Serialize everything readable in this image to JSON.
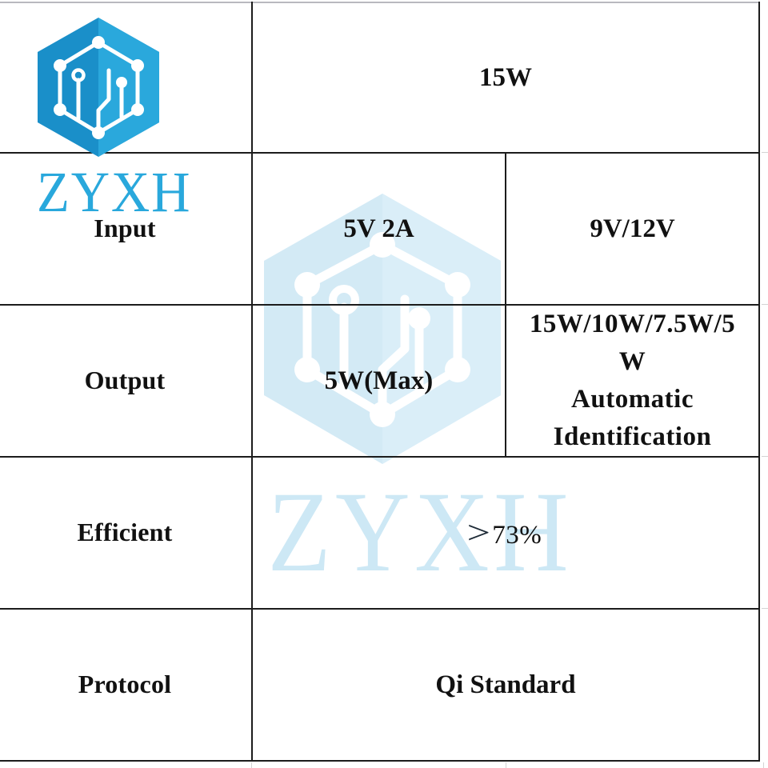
{
  "brand": {
    "logo_text": "ZYXH",
    "logo_icon": "hexagon-circuit-icon",
    "watermark_text": "ZYXH",
    "colors": {
      "logo_dark": "#1a8fc9",
      "logo_light": "#2aa8dc",
      "logo_text": "#29a8dc",
      "watermark": "#cde8f5",
      "table_border": "#1c1c1c",
      "text": "#111111"
    }
  },
  "spec_table": {
    "rows": [
      {
        "label": "",
        "value": "15W"
      },
      {
        "label": "Input",
        "values": [
          "5V 2A",
          "9V/12V"
        ]
      },
      {
        "label": "Output",
        "values": [
          "5W(Max)",
          "15W/10W/7.5W/5W Automatic Identification"
        ],
        "value_lines": [
          "15W/10W/7.5W/5",
          "W",
          "Automatic",
          "Identification"
        ]
      },
      {
        "label": "Efficient",
        "value": ">73%",
        "value_symbol": ">",
        "value_number": "73%"
      },
      {
        "label": "Protocol",
        "value": "Qi Standard"
      }
    ]
  }
}
